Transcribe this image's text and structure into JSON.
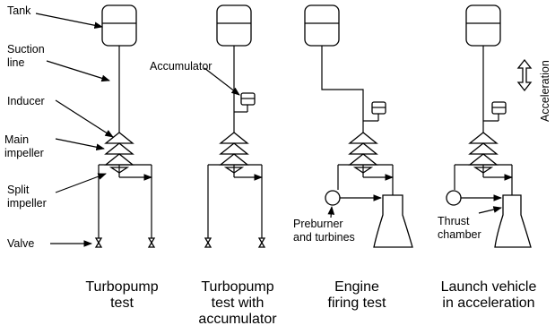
{
  "labels": {
    "tank": "Tank",
    "suction_line_1": "Suction",
    "suction_line_2": "line",
    "accumulator": "Accumulator",
    "inducer": "Inducer",
    "main_impeller_1": "Main",
    "main_impeller_2": "impeller",
    "split_impeller_1": "Split",
    "split_impeller_2": "impeller",
    "valve": "Valve",
    "preburner_1": "Preburner",
    "preburner_2": "and turbines",
    "thrust_1": "Thrust",
    "thrust_2": "chamber",
    "acceleration": "Acceleration"
  },
  "captions": [
    {
      "lines": [
        "Turbopump",
        "test"
      ]
    },
    {
      "lines": [
        "Turbopump",
        "test with",
        "accumulator"
      ]
    },
    {
      "lines": [
        "Engine",
        "firing test"
      ]
    },
    {
      "lines": [
        "Launch vehicle",
        "in acceleration"
      ]
    }
  ]
}
